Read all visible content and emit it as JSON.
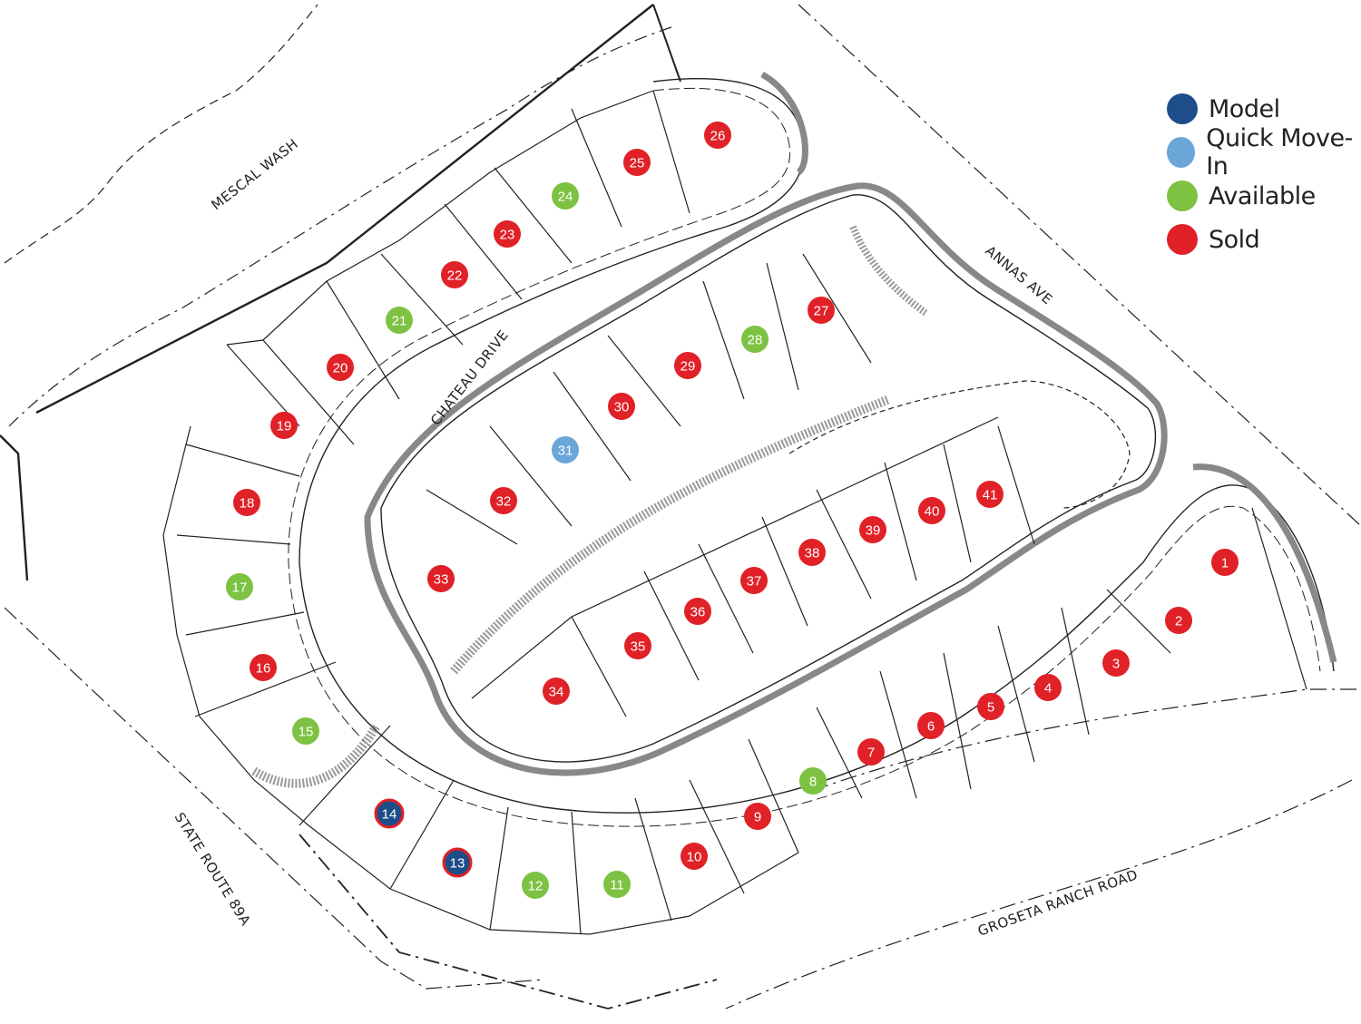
{
  "colors": {
    "model": "#1d4e89",
    "quick": "#6aa6d8",
    "available": "#7dc242",
    "sold": "#e02127",
    "line": "#222222"
  },
  "legend": [
    {
      "key": "model",
      "label": "Model"
    },
    {
      "key": "quick",
      "label": "Quick Move-In"
    },
    {
      "key": "available",
      "label": "Available"
    },
    {
      "key": "sold",
      "label": "Sold"
    }
  ],
  "roads": {
    "mescal": "MESCAL WASH",
    "annas": "ANNAS AVE",
    "chateau": "CHATEAU DRIVE",
    "sr89a": "STATE ROUTE 89A",
    "groseta": "GROSETA RANCH ROAD"
  },
  "lots": [
    {
      "num": "1",
      "status": "sold"
    },
    {
      "num": "2",
      "status": "sold"
    },
    {
      "num": "3",
      "status": "sold"
    },
    {
      "num": "4",
      "status": "sold"
    },
    {
      "num": "5",
      "status": "sold"
    },
    {
      "num": "6",
      "status": "sold"
    },
    {
      "num": "7",
      "status": "sold"
    },
    {
      "num": "8",
      "status": "available"
    },
    {
      "num": "9",
      "status": "sold"
    },
    {
      "num": "10",
      "status": "sold"
    },
    {
      "num": "11",
      "status": "available"
    },
    {
      "num": "12",
      "status": "available"
    },
    {
      "num": "13",
      "status": "model"
    },
    {
      "num": "14",
      "status": "model"
    },
    {
      "num": "15",
      "status": "available"
    },
    {
      "num": "16",
      "status": "sold"
    },
    {
      "num": "17",
      "status": "available"
    },
    {
      "num": "18",
      "status": "sold"
    },
    {
      "num": "19",
      "status": "sold"
    },
    {
      "num": "20",
      "status": "sold"
    },
    {
      "num": "21",
      "status": "available"
    },
    {
      "num": "22",
      "status": "sold"
    },
    {
      "num": "23",
      "status": "sold"
    },
    {
      "num": "24",
      "status": "available"
    },
    {
      "num": "25",
      "status": "sold"
    },
    {
      "num": "26",
      "status": "sold"
    },
    {
      "num": "27",
      "status": "sold"
    },
    {
      "num": "28",
      "status": "available"
    },
    {
      "num": "29",
      "status": "sold"
    },
    {
      "num": "30",
      "status": "sold"
    },
    {
      "num": "31",
      "status": "quick"
    },
    {
      "num": "32",
      "status": "sold"
    },
    {
      "num": "33",
      "status": "sold"
    },
    {
      "num": "34",
      "status": "sold"
    },
    {
      "num": "35",
      "status": "sold"
    },
    {
      "num": "36",
      "status": "sold"
    },
    {
      "num": "37",
      "status": "sold"
    },
    {
      "num": "38",
      "status": "sold"
    },
    {
      "num": "39",
      "status": "sold"
    },
    {
      "num": "40",
      "status": "sold"
    },
    {
      "num": "41",
      "status": "sold"
    }
  ]
}
